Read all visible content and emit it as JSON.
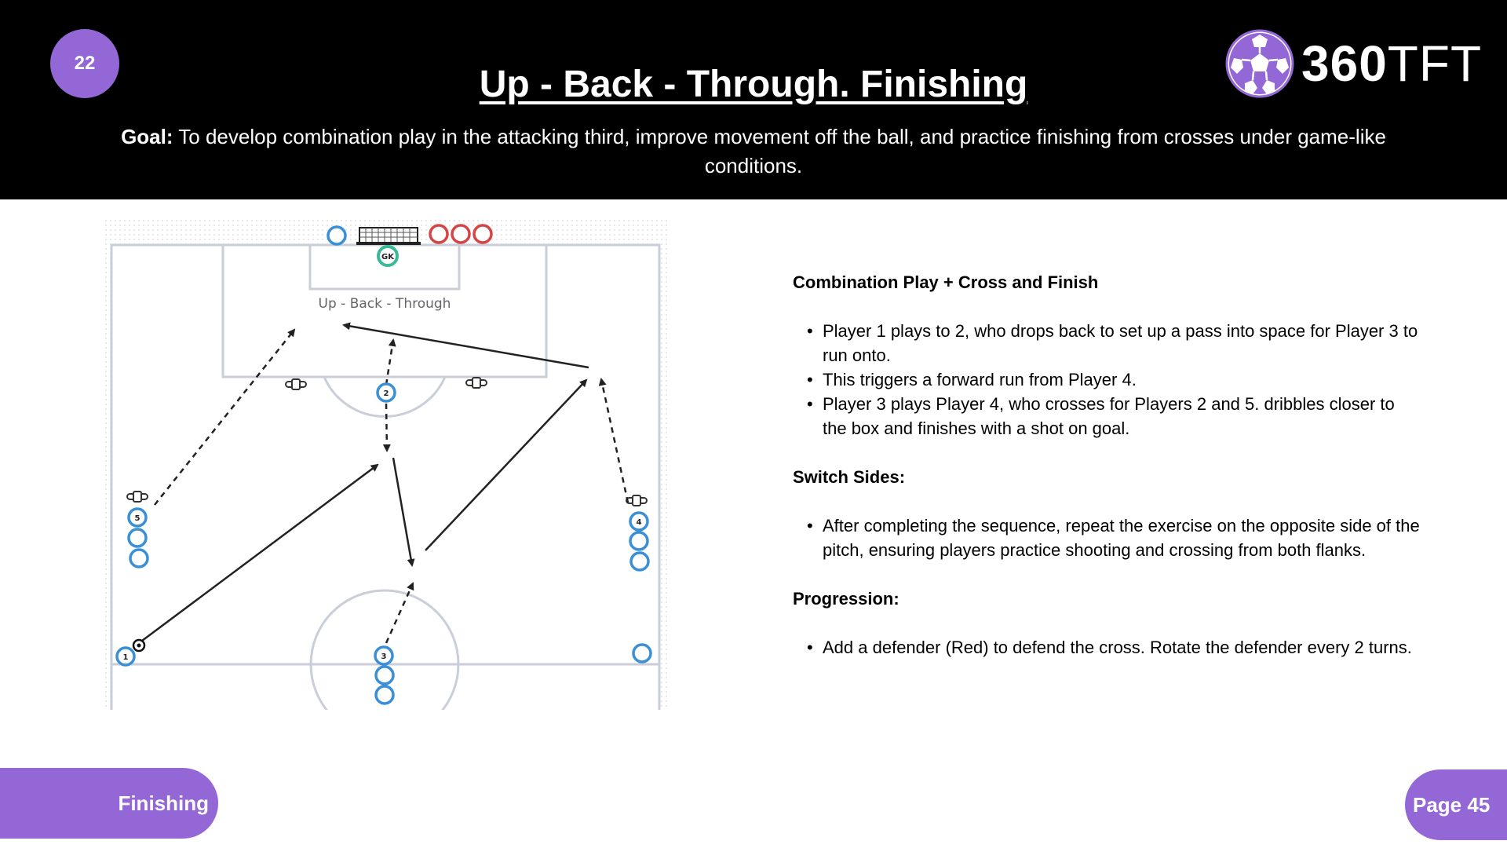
{
  "header": {
    "session_number": "22",
    "title": "Up - Back - Through. Finishing",
    "goal_label": "Goal:",
    "goal_text": "To develop combination play in the attacking third, improve movement off the ball, and practice finishing from crosses under game-like conditions.",
    "logo": {
      "icon": "soccer-ball-icon",
      "text_bold": "360",
      "text_light": "TFT",
      "accent_color": "#9467d6"
    }
  },
  "diagram": {
    "pitch_label": "Up - Back - Through",
    "goalkeeper_label": "GK",
    "player_labels": {
      "p1": "1",
      "p2": "2",
      "p3": "3",
      "p4": "4",
      "p5": "5"
    },
    "player_color": "#3a8fd6",
    "defender_color": "#d64545",
    "goalkeeper_color": "#3ab89a"
  },
  "content": {
    "section1": {
      "heading": "Combination Play + Cross and Finish",
      "bullets": [
        "Player 1 plays to 2, who drops back to set up a pass into space for Player 3 to run onto.",
        "This triggers a forward run from Player 4.",
        "Player 3 plays Player 4, who crosses for Players 2 and 5. dribbles closer to the box and finishes with a shot on goal."
      ]
    },
    "section2": {
      "heading": "Switch Sides:",
      "bullets": [
        "After completing the sequence, repeat the exercise on the opposite side of the pitch, ensuring players practice shooting and crossing from both flanks."
      ]
    },
    "section3": {
      "heading": "Progression:",
      "bullets": [
        "Add a defender (Red) to defend the cross.   Rotate the defender every 2 turns."
      ]
    }
  },
  "footer": {
    "category": "Finishing",
    "page_label": "Page 45"
  }
}
